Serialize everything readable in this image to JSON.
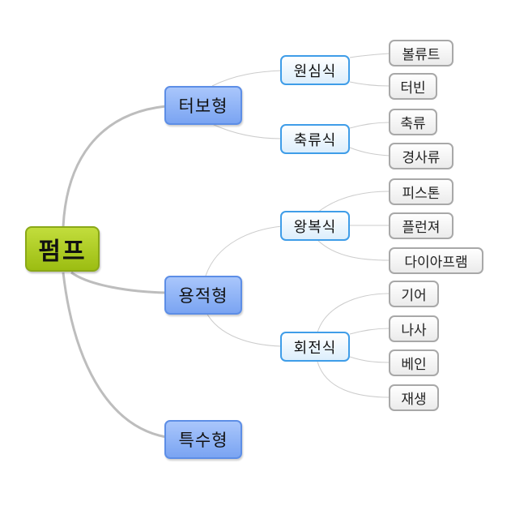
{
  "root": {
    "label": "펌프"
  },
  "types": [
    {
      "label": "터보형",
      "subtypes": [
        {
          "label": "원심식",
          "items": [
            "볼류트",
            "터빈"
          ]
        },
        {
          "label": "축류식",
          "items": [
            "축류",
            "경사류"
          ]
        }
      ]
    },
    {
      "label": "용적형",
      "subtypes": [
        {
          "label": "왕복식",
          "items": [
            "피스톤",
            "플런져",
            "다이아프램"
          ]
        },
        {
          "label": "회전식",
          "items": [
            "기어",
            "나사",
            "베인",
            "재생"
          ]
        }
      ]
    },
    {
      "label": "특수형",
      "subtypes": []
    }
  ],
  "colors": {
    "root_fill": "#a9c824",
    "root_border": "#8aa818",
    "type_fill": "#7aa4f2",
    "type_border": "#5d8ee6",
    "subtype_border": "#3f9de8",
    "item_border": "#a8a8a8",
    "main_link": "#bdbdbd",
    "thin_link": "#cccccc"
  }
}
